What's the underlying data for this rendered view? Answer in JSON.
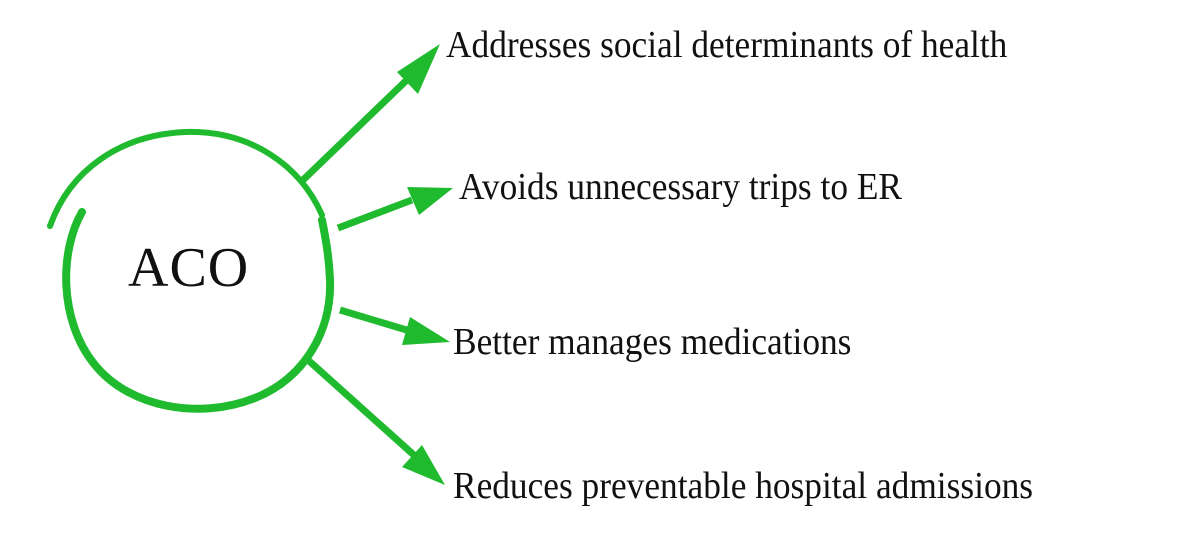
{
  "diagram": {
    "center": {
      "label": "ACO"
    },
    "accent_color": "#1fba2e",
    "text_color": "#111111",
    "items": [
      {
        "label": "Addresses social determinants of health"
      },
      {
        "label": "Avoids unnecessary trips to ER"
      },
      {
        "label": "Better manages medications"
      },
      {
        "label": "Reduces preventable hospital admissions"
      }
    ]
  }
}
